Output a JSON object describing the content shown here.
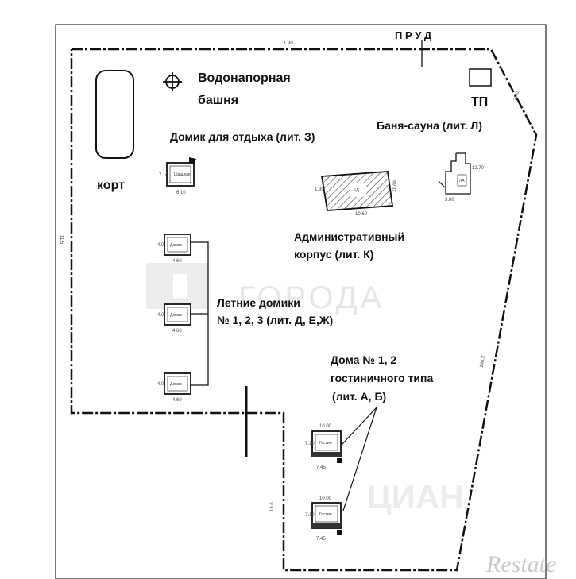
{
  "labels": {
    "pond": "П Р У Д",
    "tower_line1": "Водонапорная",
    "tower_line2": "башня",
    "tp": "ТП",
    "court": "корт",
    "rest_house": "Домик для отдыха (лит. З)",
    "sauna": "Баня-сауна (лит. Л)",
    "admin_line1": "Административный",
    "admin_line2": "корпус (лит. К)",
    "summer_line1": "Летние домики",
    "summer_line2": "№ 1, 2, 3 (лит. Д, Е,Ж)",
    "hotel_line1": "Дома № 1, 2",
    "hotel_line2": "гостиничного типа",
    "hotel_line3": "(лит. А, Б)"
  },
  "watermarks": {
    "gorod": "ГОРОДА",
    "cian": "ЦИАН",
    "restate": "Restate"
  },
  "colors": {
    "line": "#111111",
    "hatch": "#555555"
  }
}
